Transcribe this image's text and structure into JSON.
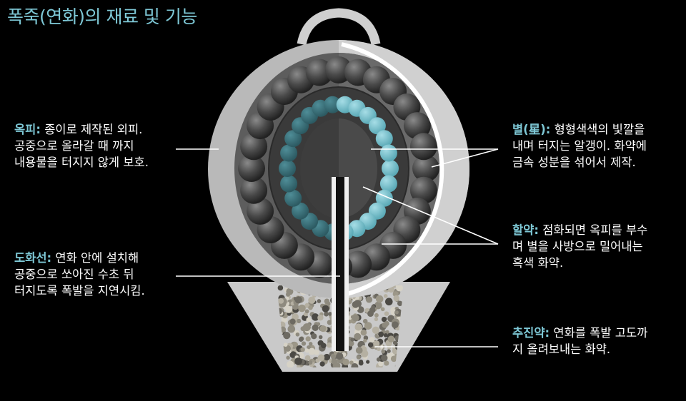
{
  "title": "폭죽(연화)의 재료 및 기능",
  "colors": {
    "accent": "#7ec8d6",
    "shell": "#bdbdbd",
    "star_dark": "#555555",
    "star_light": "#7fc1cc",
    "burst_charge": "#3c3c3c",
    "background": "#000000"
  },
  "notes": {
    "outer_shell": {
      "term": "옥피:",
      "line1": " 종이로 제작된 외피.",
      "line2": "공중으로 올라갈 때 까지",
      "line3": "내용물을 터지지 않게 보호."
    },
    "fuse": {
      "term": "도화선:",
      "line1": " 연화 안에 설치해",
      "line2": "공중으로 쏘아진 수초 뒤",
      "line3": "터지도록 폭발을 지연시킴."
    },
    "stars": {
      "term": "별(星):",
      "line1": " 형형색색의 빛깔을",
      "line2": "내며 터지는 알갱이. 화약에",
      "line3": "금속 성분을 섞어서 제작."
    },
    "burst_charge": {
      "term": "할약:",
      "line1": " 점화되면 옥피를 부수",
      "line2": "며 별을 사방으로 밀어내는",
      "line3": "흑색 화약."
    },
    "lift_charge": {
      "term": "추진약:",
      "line1": " 연화를 폭발 고도까",
      "line2": "지 올려보내는 화약."
    }
  }
}
